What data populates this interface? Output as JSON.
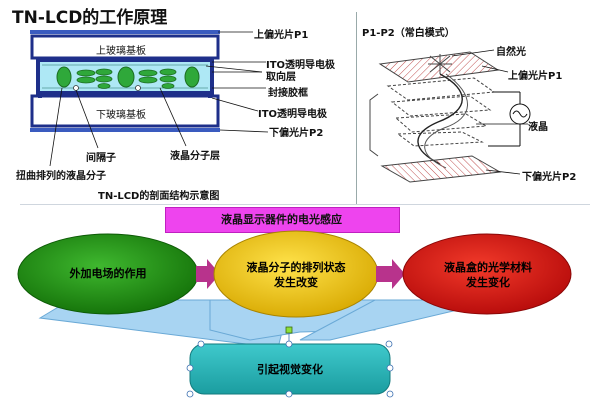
{
  "title": "TN-LCD的工作原理",
  "cross_section": {
    "upper_glass": "上玻璃基板",
    "lower_glass": "下玻璃基板",
    "caption": "TN-LCD的剖面结构示意图",
    "labels": {
      "upper_polarizer": "上偏光片P1",
      "ito_top": "ITO透明导电极",
      "alignment": "取向层",
      "sealant": "封接胶框",
      "ito_bottom": "ITO透明导电极",
      "lower_polarizer": "下偏光片P2",
      "spacer": "间隔子",
      "lc_layer": "液晶分子层",
      "twisted_lc": "扭曲排列的液晶分子"
    }
  },
  "light_path": {
    "heading": "P1-P2（常白模式）",
    "natural_light": "自然光",
    "upper_polarizer": "上偏光片P1",
    "liquid_crystal": "液晶",
    "lower_polarizer": "下偏光片P2"
  },
  "flow": {
    "header": "液晶显示器件的电光感应",
    "step1": "外加电场的作用",
    "step2_line1": "液晶分子的排列状态",
    "step2_line2": "发生改变",
    "step3_line1": "液晶盒的光学材料",
    "step3_line2": "发生变化",
    "result": "引起视觉变化"
  },
  "colors": {
    "green_ellipse": "#1f8a16",
    "yellow_ellipse": "#e8c000",
    "red_ellipse": "#d81414",
    "arrow": "#b8338c",
    "light_blue": "#a8d4f2",
    "teal_box": "#2bb5b8",
    "pink_header": "#ee44ee",
    "glass_frame": "#1e2f8a",
    "lc_green": "#2fa83a",
    "lc_region": "#aee8f5"
  }
}
